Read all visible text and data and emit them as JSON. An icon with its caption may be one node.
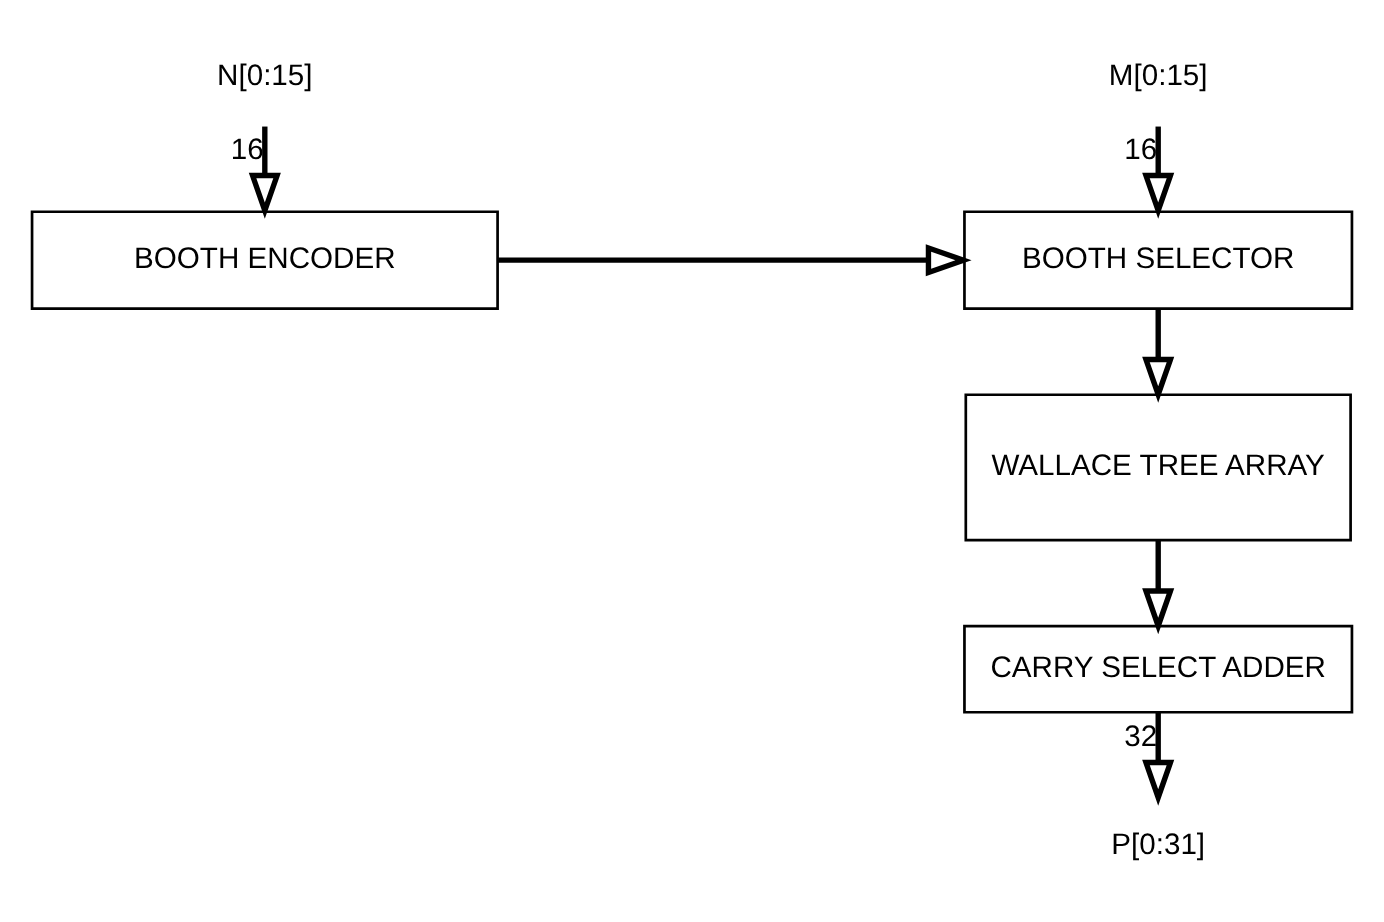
{
  "diagram": {
    "nodes": [
      {
        "text": [
          "N[0:15]"
        ]
      },
      {
        "text": [
          "M[0:15]"
        ]
      },
      {
        "text": [
          "BOOTH ENCODER"
        ]
      },
      {
        "text": [
          "BOOTH SELECTOR"
        ]
      },
      {
        "text": [
          "WALLACE TREE ARRAY"
        ]
      },
      {
        "text": [
          "CARRY SELECT ADDER"
        ]
      },
      {
        "text": [
          "P[0:31]"
        ]
      }
    ],
    "edges": [
      {
        "from": 0,
        "to": 2,
        "arrow": "to",
        "label": "16"
      },
      {
        "from": 1,
        "to": 3,
        "arrow": "to",
        "label": "16"
      },
      {
        "from": 2,
        "to": 3,
        "arrow": "to"
      },
      {
        "from": 3,
        "to": 4,
        "arrow": "to"
      },
      {
        "from": 4,
        "to": 5,
        "arrow": "to"
      },
      {
        "from": 5,
        "to": 6,
        "arrow": "to",
        "label": "32"
      }
    ]
  }
}
